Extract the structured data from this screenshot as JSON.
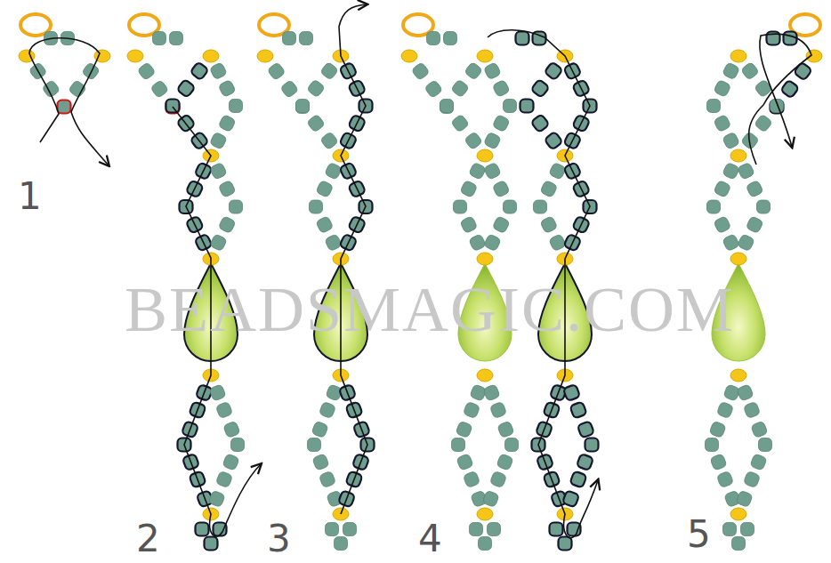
{
  "diagram": {
    "labels": [
      "1",
      "2",
      "3",
      "4",
      "5",
      "BEADSMAGIC.COM"
    ]
  }
}
